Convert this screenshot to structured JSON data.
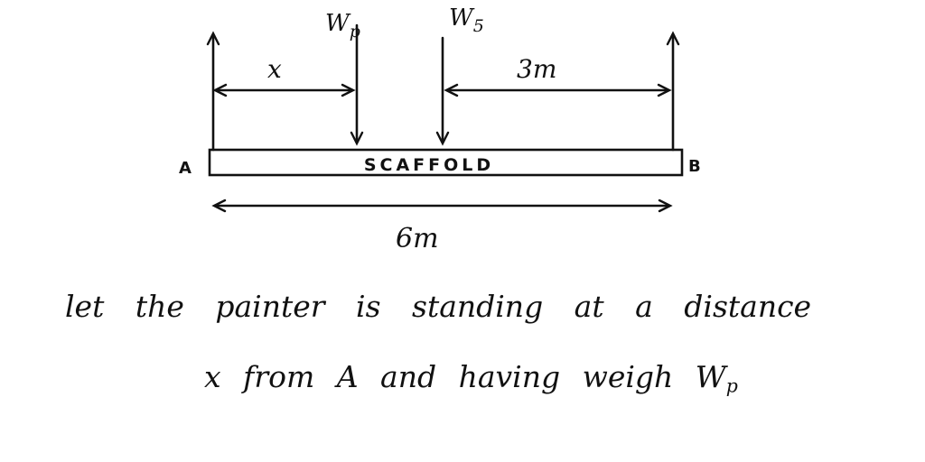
{
  "diagram": {
    "force_painter": {
      "symbol": "W",
      "subscript": "p"
    },
    "force_scaffold": {
      "symbol": "W",
      "subscript": "5"
    },
    "dim_left": "x",
    "dim_right": "3m",
    "dim_total": "6m",
    "support_left": "A",
    "support_right": "B",
    "beam_label": "SCAFFOLD"
  },
  "notes": {
    "line1": "let the painter is standing at a distance",
    "line2_main": "x from A and having weigh W",
    "line2_sub": "p"
  },
  "colors": {
    "ink": "#111111",
    "background": "#ffffff"
  }
}
